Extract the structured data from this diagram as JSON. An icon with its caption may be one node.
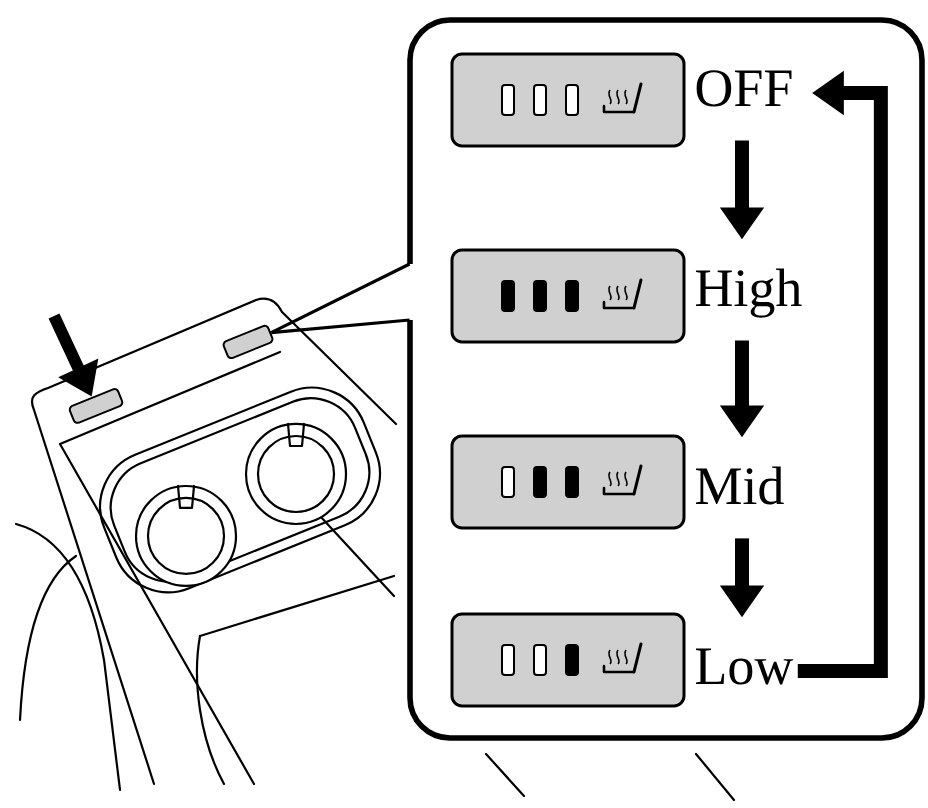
{
  "diagram": {
    "nodes": [
      {
        "text": [],
        "shape": "box"
      },
      {
        "text": [],
        "shape": "box",
        "in": 0
      },
      {
        "text": [
          "OFF"
        ],
        "in": 0
      },
      {
        "text": [],
        "shape": "box",
        "in": 0
      },
      {
        "text": [
          "High"
        ],
        "in": 0
      },
      {
        "text": [],
        "shape": "box",
        "in": 0
      },
      {
        "text": [
          "Mid"
        ],
        "in": 0
      },
      {
        "text": [],
        "shape": "box",
        "in": 0
      },
      {
        "text": [
          "Low"
        ],
        "in": 0
      },
      {
        "text": [],
        "shape": "box"
      },
      {
        "text": [],
        "shape": "box"
      }
    ],
    "edges": [
      {
        "from": 2,
        "to": 4,
        "arrow": "to"
      },
      {
        "from": 4,
        "to": 6,
        "arrow": "to"
      },
      {
        "from": 6,
        "to": 8,
        "arrow": "to"
      },
      {
        "from": 8,
        "to": 2,
        "arrow": "to"
      },
      {
        "from": null,
        "to": 9,
        "arrow": "to"
      },
      {
        "from": 0,
        "to": 10,
        "arrow": "none"
      }
    ]
  }
}
